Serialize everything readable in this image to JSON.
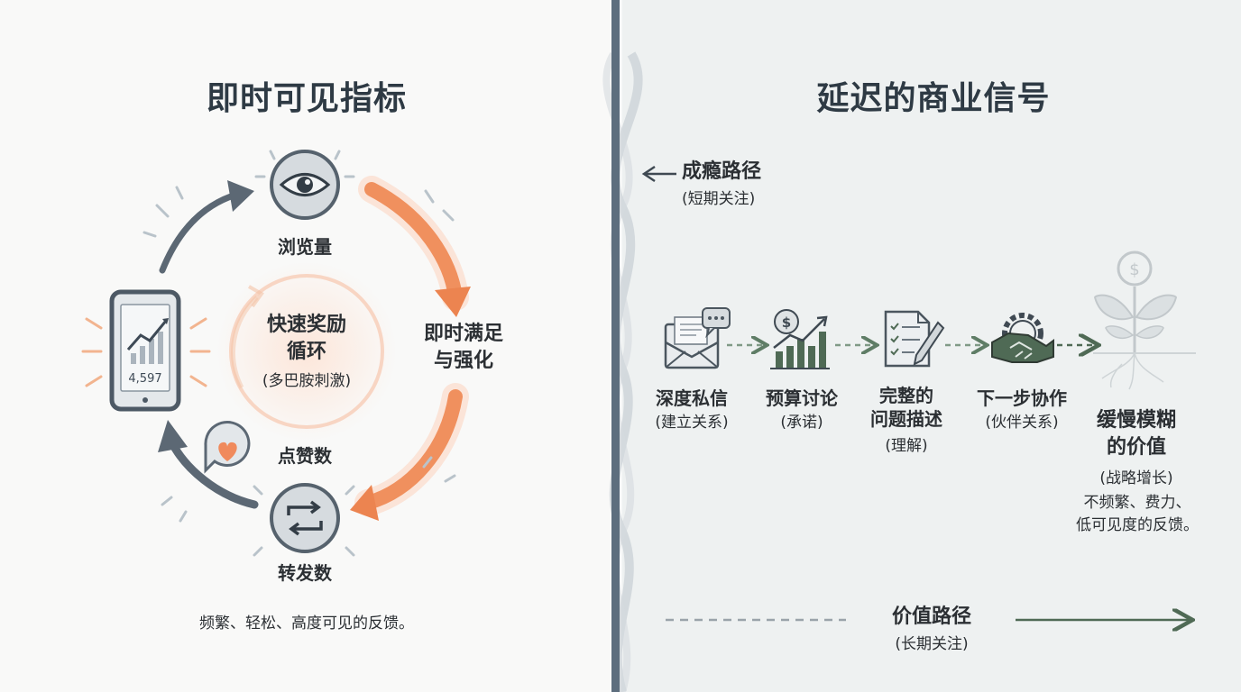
{
  "left": {
    "title": "即时可见指标",
    "views_label": "浏览量",
    "instant_label_line1": "即时满足",
    "instant_label_line2": "与强化",
    "loop_title_line1": "快速奖励",
    "loop_title_line2": "循环",
    "loop_sub": "(多巴胺刺激)",
    "likes_label": "点赞数",
    "shares_label": "转发数",
    "phone_value": "4,597",
    "footer": "频繁、轻松、高度可见的反馈。"
  },
  "right": {
    "title": "延迟的商业信号",
    "addiction_path": "成瘾路径",
    "addiction_sub": "(短期关注)",
    "steps": [
      {
        "label": "深度私信",
        "sub": "(建立关系)",
        "icon": "envelope-chat-icon"
      },
      {
        "label": "预算讨论",
        "sub": "(承诺)",
        "icon": "growth-chart-dollar-icon"
      },
      {
        "label_line1": "完整的",
        "label_line2": "问题描述",
        "sub": "(理解)",
        "icon": "document-pen-icon"
      },
      {
        "label": "下一步协作",
        "sub": "(伙伴关系)",
        "icon": "handshake-gear-icon"
      }
    ],
    "value_title_line1": "缓慢模糊",
    "value_title_line2": "的价值",
    "value_sub": "(战略增长)",
    "value_note_line1": "不频繁、费力、",
    "value_note_line2": "低可见度的反馈。",
    "value_path": "价值路径",
    "value_path_sub": "(长期关注)"
  },
  "colors": {
    "orange": "#f0905e",
    "slate": "#5c6874",
    "green": "#4f6a55",
    "divider": "#5d6e7e"
  }
}
